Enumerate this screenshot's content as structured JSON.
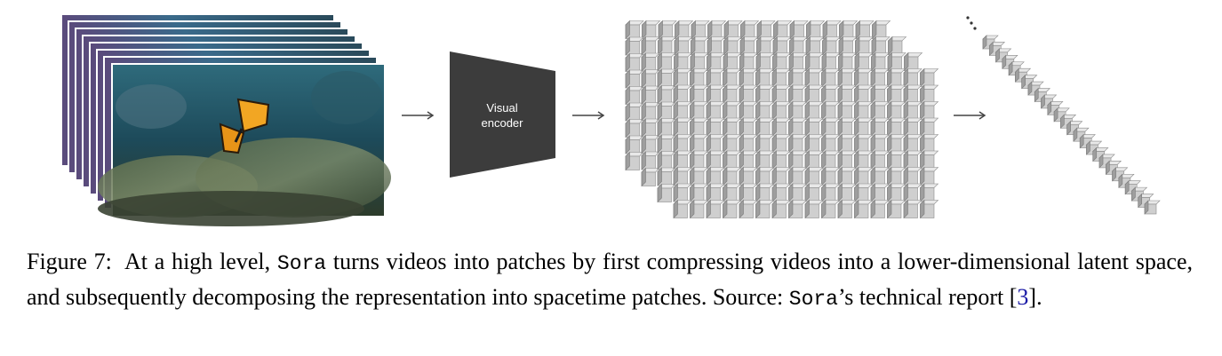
{
  "diagram": {
    "encoder_label_line1": "Visual",
    "encoder_label_line2": "encoder"
  },
  "caption": {
    "figure_label": "Figure 7:",
    "text_part1": "At a high level,",
    "model_name": "Sora",
    "text_part2": "turns videos into patches by first compressing videos into a lower-dimensional latent space, and subsequently decomposing the representation into spacetime patches. Source:",
    "model_name_2": "Sora",
    "text_part3": "’s technical report [",
    "citation": "3",
    "text_part4": "]."
  },
  "colors": {
    "encoder_fill": "#3c3c3c",
    "cube_face": "#cfcfcf",
    "cube_top": "#e8e8e8",
    "cube_side": "#9e9e9e",
    "citation_link": "#1a1aa6",
    "ocean_deep": "#1d4a5a",
    "butterfly": "#f2a623"
  },
  "icons": [
    "arrow-right-icon",
    "ellipsis-dots-icon"
  ]
}
